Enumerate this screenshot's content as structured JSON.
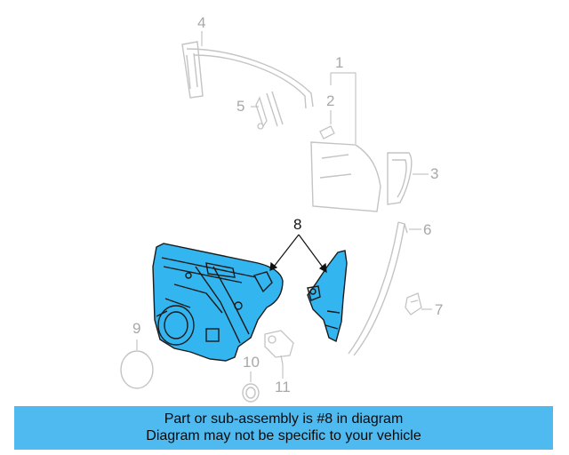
{
  "callouts": {
    "c1": "1",
    "c2": "2",
    "c3": "3",
    "c4": "4",
    "c5": "5",
    "c6": "6",
    "c7": "7",
    "c8": "8",
    "c9": "9",
    "c10": "10",
    "c11": "11"
  },
  "highlight_color": "#33b5f0",
  "banner": {
    "line1": "Part or sub-assembly is #8 in diagram",
    "line2": "Diagram may not be specific to your vehicle",
    "color": "#4fbaf0"
  }
}
